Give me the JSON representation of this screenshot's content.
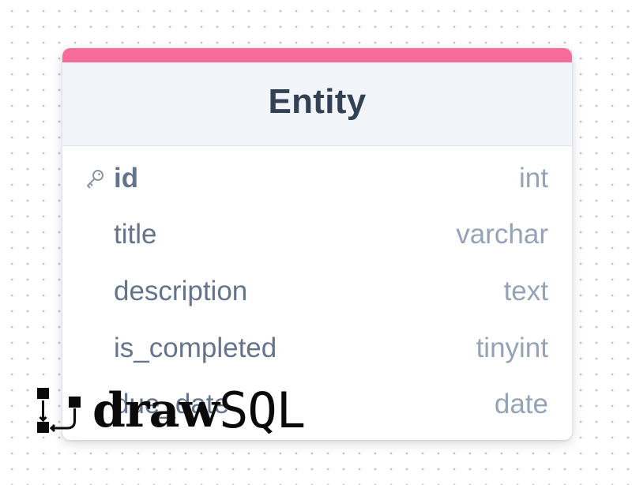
{
  "entity": {
    "title": "Entity",
    "columns": [
      {
        "name": "id",
        "type": "int",
        "primary_key": true
      },
      {
        "name": "title",
        "type": "varchar",
        "primary_key": false
      },
      {
        "name": "description",
        "type": "text",
        "primary_key": false
      },
      {
        "name": "is_completed",
        "type": "tinyint",
        "primary_key": false
      },
      {
        "name": "due_date",
        "type": "date",
        "primary_key": false
      }
    ]
  },
  "brand": {
    "draw": "draw",
    "sql": "SQL",
    "icon": "drawsql-logo-icon"
  },
  "colors": {
    "accent": "#f76c9b",
    "header_bg": "#f1f4f9",
    "title_text": "#334155",
    "column_name": "#64748b",
    "column_type": "#94a3b8",
    "key_icon": "#8a95a5"
  },
  "icons": {
    "primary_key": "key-icon"
  }
}
